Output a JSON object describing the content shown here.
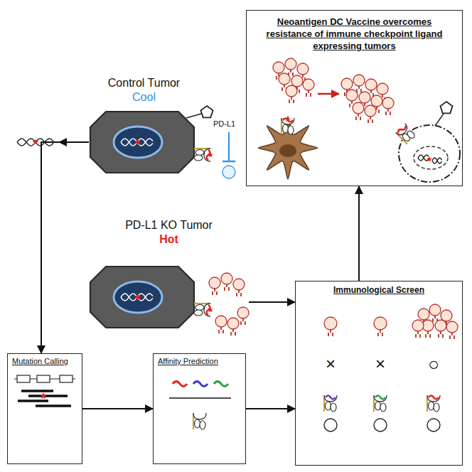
{
  "diagram": {
    "nodes": [
      {
        "text": [
          "Neoantigen DC Vaccine overcomes resistance of immune checkpoint ligand expressing tumors"
        ]
      },
      {
        "text": [
          "Control Tumor",
          "Cool"
        ]
      },
      {
        "text": [
          "PD-L1 KO Tumor",
          "Hot"
        ]
      },
      {
        "text": [
          "Immunological Screen"
        ]
      },
      {
        "text": [
          "Mutation Calling"
        ]
      },
      {
        "text": [
          "Affinity Prediction"
        ]
      }
    ],
    "edges": [
      {
        "from": 1,
        "to": 4,
        "arrow": "to"
      },
      {
        "from": 4,
        "to": 5,
        "arrow": "to"
      },
      {
        "from": 5,
        "to": 3,
        "arrow": "to"
      },
      {
        "from": 2,
        "to": 3,
        "arrow": "to"
      },
      {
        "from": 3,
        "to": 0,
        "arrow": "to"
      }
    ],
    "labels": [
      "PD-L1",
      "×",
      "×",
      "○"
    ]
  }
}
